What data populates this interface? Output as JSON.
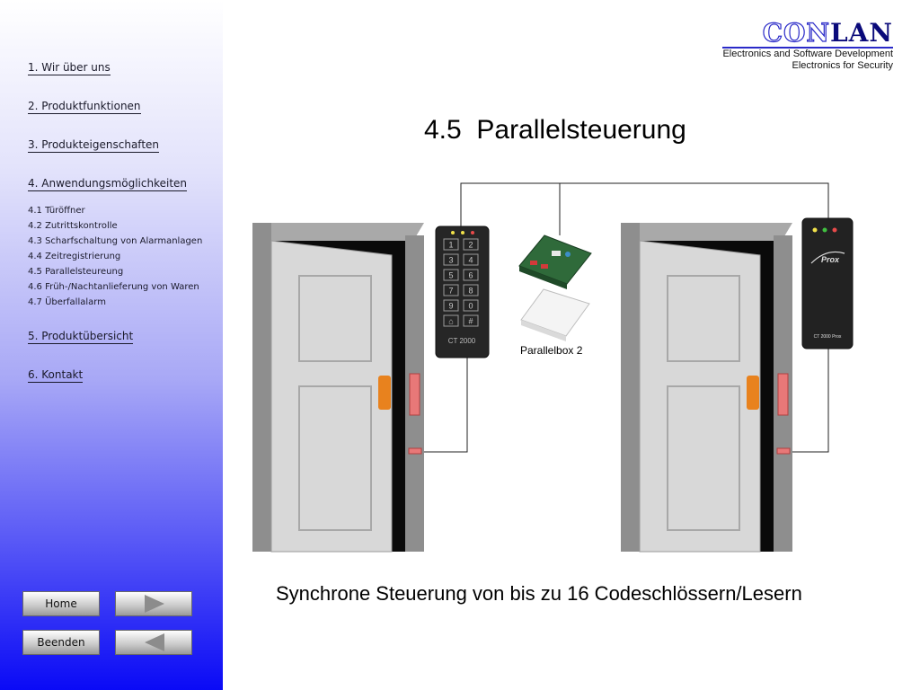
{
  "nav": {
    "items": [
      {
        "label": "1. Wir über uns"
      },
      {
        "label": "2. Produktfunktionen"
      },
      {
        "label": "3. Produkteigenschaften"
      },
      {
        "label": "4. Anwendungsmöglichkeiten"
      }
    ],
    "subitems": [
      {
        "label": "4.1 Türöffner"
      },
      {
        "label": "4.2 Zutrittskontrolle"
      },
      {
        "label": "4.3 Scharfschaltung von Alarmanlagen"
      },
      {
        "label": "4.4 Zeitregistrierung"
      },
      {
        "label": "4.5 Parallelsteureung"
      },
      {
        "label": "4.6 Früh-/Nachtanlieferung von Waren"
      },
      {
        "label": "4.7 Überfallalarm"
      }
    ],
    "items_after": [
      {
        "label": "5. Produktübersicht"
      },
      {
        "label": "6. Kontakt"
      }
    ]
  },
  "buttons": {
    "home": "Home",
    "quit": "Beenden",
    "next_icon": "play-right-icon",
    "back_icon": "play-left-icon"
  },
  "logo": {
    "con": "CON",
    "lan": "LAN",
    "tagline1": "Electronics and Software Development",
    "tagline2": "Electronics for Security"
  },
  "content": {
    "title": "4.5  Parallelsteuerung",
    "box_label": "Parallelbox 2",
    "caption": "Synchrone Steuerung von bis zu 16 Codeschlössern/Lesern"
  },
  "devices": {
    "keypad": {
      "keys": [
        "1",
        "2",
        "3",
        "4",
        "5",
        "6",
        "7",
        "8",
        "9",
        "0",
        "⌂",
        "#"
      ],
      "model": "CT 2000"
    },
    "reader": {
      "brand": "Prox",
      "model": "CT 2000 Prox"
    }
  },
  "colors": {
    "sidebar_top": "#ffffff",
    "sidebar_bottom": "#0a0af6",
    "logo_blue": "#2a2ac8",
    "door": "#d8d8d8",
    "frame": "#8e8e8e",
    "handle": "#e8821e",
    "strike": "#e87878"
  }
}
